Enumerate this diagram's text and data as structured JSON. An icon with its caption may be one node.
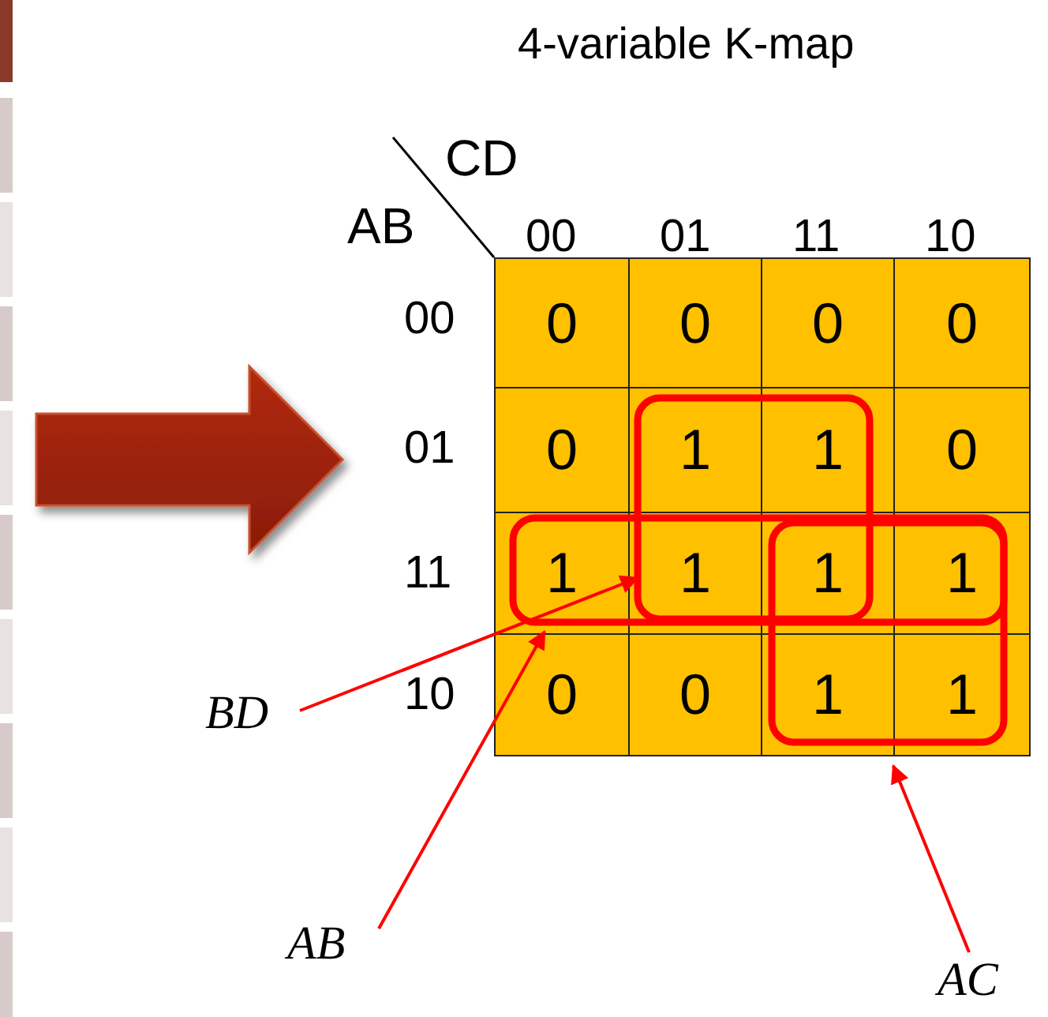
{
  "diagram": {
    "title": "4-variable K-map",
    "nodes": [
      {
        "text": [
          "BD"
        ]
      },
      {
        "text": [
          "AB"
        ]
      },
      {
        "text": [
          "AC"
        ]
      },
      {
        "text": [],
        "shape": "box"
      },
      {
        "text": [],
        "shape": "box"
      },
      {
        "text": [],
        "shape": "box"
      }
    ],
    "edges": [
      {
        "from": 0,
        "to": 3,
        "arrow": "to"
      },
      {
        "from": 1,
        "to": 4,
        "arrow": "to"
      },
      {
        "from": 2,
        "to": 5,
        "arrow": "to"
      }
    ],
    "labels": [
      "CD",
      "AB",
      "00",
      "01",
      "11",
      "10",
      "00",
      "0",
      "0",
      "0",
      "0",
      "01",
      "0",
      "1",
      "1",
      "0",
      "11",
      "1",
      "1",
      "1",
      "1",
      "10",
      "0",
      "0",
      "1",
      "1"
    ]
  }
}
